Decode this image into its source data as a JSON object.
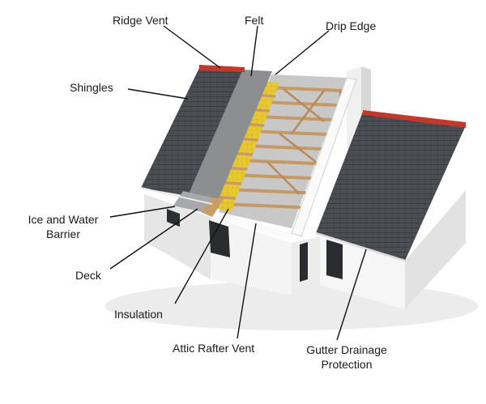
{
  "labels": {
    "ridge_vent": "Ridge Vent",
    "felt": "Felt",
    "drip_edge": "Drip Edge",
    "shingles": "Shingles",
    "ice_water_line1": "Ice and Water",
    "ice_water_line2": "Barrier",
    "deck": "Deck",
    "insulation": "Insulation",
    "attic_rafter_vent": "Attic Rafter Vent",
    "gutter_line1": "Gutter Drainage",
    "gutter_line2": "Protection"
  },
  "colors": {
    "shingle": "#4a4e52",
    "felt": "#8b8d8f",
    "insulation": "#e8c832",
    "wood": "#c9a070",
    "ridge": "#c0392b",
    "wall": "#f2f2f2",
    "leader": "#111111"
  }
}
